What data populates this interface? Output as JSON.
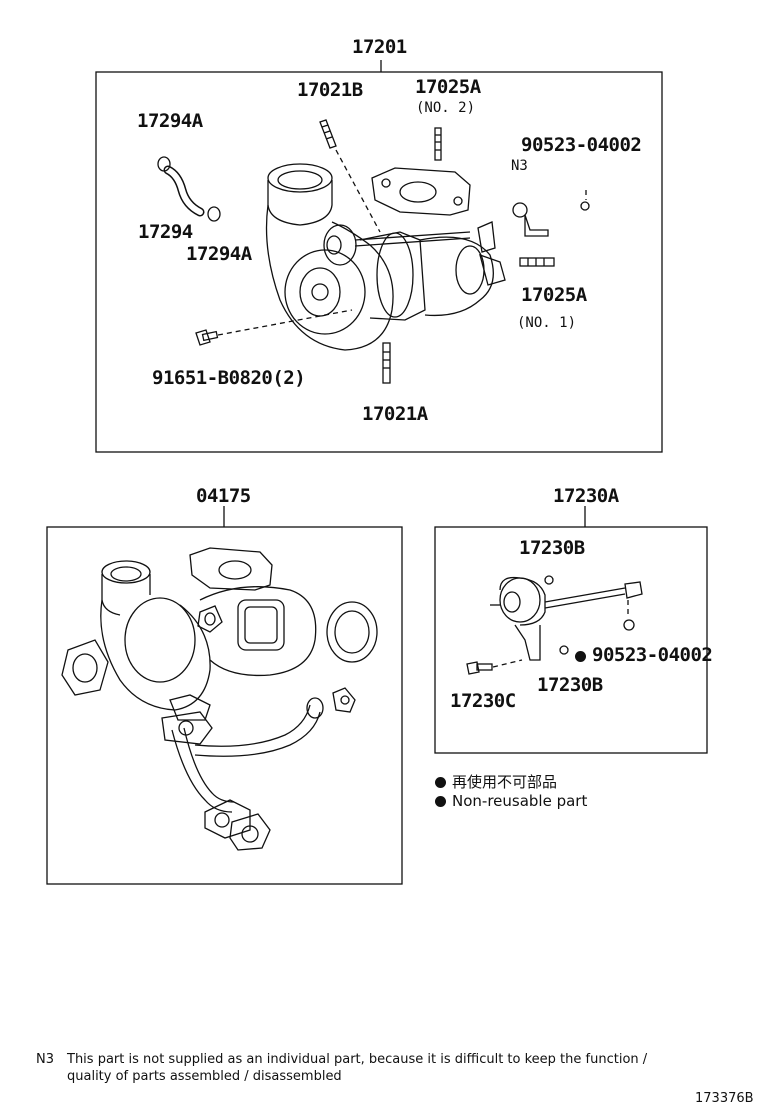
{
  "callouts": {
    "main_assembly": "17201",
    "stud_b": "17021B",
    "stud_a_no2": "17025A",
    "no2": "(NO. 2)",
    "clamp_top": "17294A",
    "hose": "17294",
    "clamp_bottom": "17294A",
    "n3_tag": "N3",
    "nut_right": "90523-04002",
    "stud_a_no1": "17025A",
    "no1": "(NO. 1)",
    "bolt": "91651-B0820(2)",
    "stud_lower": "17021A",
    "gasket_kit": "04175",
    "actuator_assembly": "17230A",
    "actuator_nut": "17230B",
    "clip_nut": "90523-04002",
    "actuator_bolt": "17230C",
    "actuator_washer": "17230B"
  },
  "legend": {
    "jp": "再使用不可部品",
    "en": "Non-reusable part"
  },
  "footnote": {
    "tag": "N3",
    "line1": "This part is not supplied as an individual part, because it is difficult to keep the function /",
    "line2": "quality of parts  assembled / disassembled"
  },
  "figure_id": "173376B"
}
